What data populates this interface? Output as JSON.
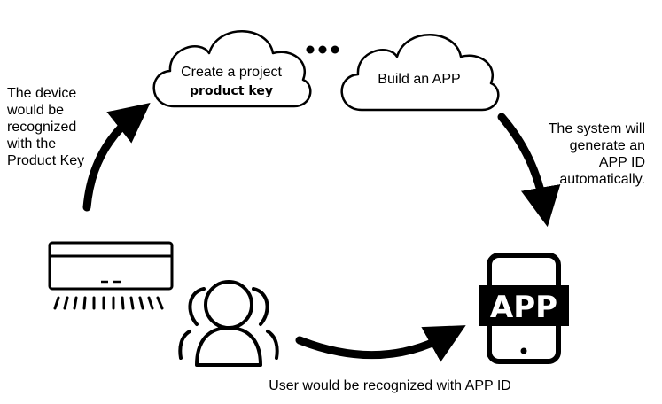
{
  "diagram": {
    "cloud_project": {
      "title": "Create a project",
      "subtitle": "product key"
    },
    "cloud_app": {
      "title": "Build an APP"
    },
    "left_note": "The device would be recognized with the Product Key",
    "right_note": "The system will generate an APP ID automatically.",
    "bottom_note": "User would be recognized with APP ID",
    "phone_label": "APP",
    "colors": {
      "ink": "#000000",
      "background": "#ffffff"
    },
    "icons": [
      "cloud-icon",
      "ellipsis-icon",
      "air-conditioner-icon",
      "user-group-icon",
      "smartphone-icon",
      "curved-arrow-icon"
    ]
  }
}
